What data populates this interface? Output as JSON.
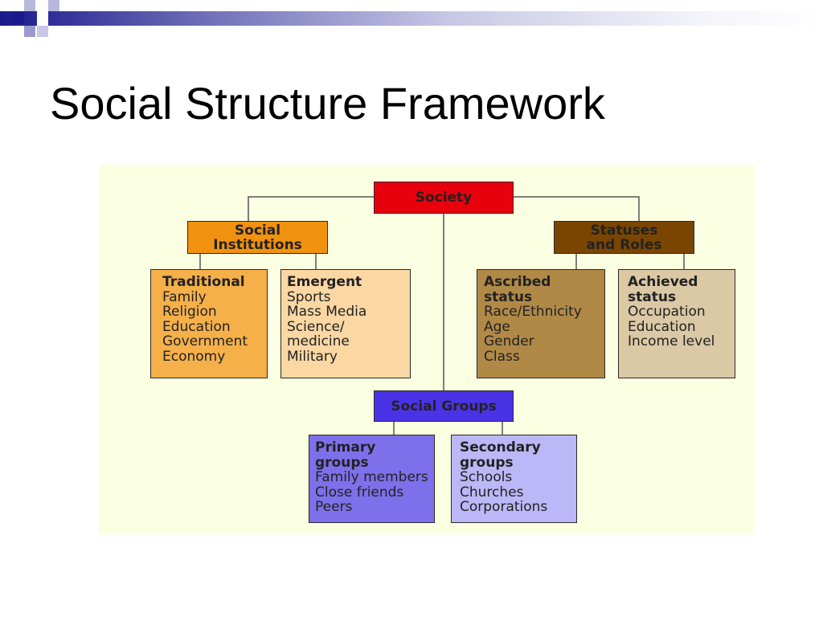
{
  "slide": {
    "title": "Social Structure Framework"
  },
  "diagram": {
    "society": {
      "label": "Society",
      "color": "#e8000c"
    },
    "social_institutions": {
      "label": "Social\nInstitutions",
      "color": "#f0920f"
    },
    "statuses_roles": {
      "label": "Statuses\nand Roles",
      "color": "#7a4500"
    },
    "social_groups": {
      "label": "Social Groups",
      "color": "#4a33e6"
    },
    "traditional": {
      "title": "Traditional",
      "items": [
        "Family",
        "Religion",
        "Education",
        "Government",
        "Economy"
      ],
      "color": "#f5b04a"
    },
    "emergent": {
      "title": "Emergent",
      "items": [
        "Sports",
        "Mass Media",
        "Science/",
        "medicine",
        "Military"
      ],
      "color": "#fad7a3"
    },
    "ascribed": {
      "title": "Ascribed\nstatus",
      "items": [
        "Race/Ethnicity",
        "Age",
        "Gender",
        "Class"
      ],
      "color": "#b08947"
    },
    "achieved": {
      "title": "Achieved\nstatus",
      "items": [
        "Occupation",
        "Education",
        "Income level"
      ],
      "color": "#dbc8a5"
    },
    "primary": {
      "title": "Primary\ngroups",
      "items": [
        "Family members",
        "Close friends",
        "Peers"
      ],
      "color": "#7e70ea"
    },
    "secondary": {
      "title": "Secondary\ngroups",
      "items": [
        "Schools",
        "Churches",
        "Corporations"
      ],
      "color": "#bcb7f7"
    }
  }
}
